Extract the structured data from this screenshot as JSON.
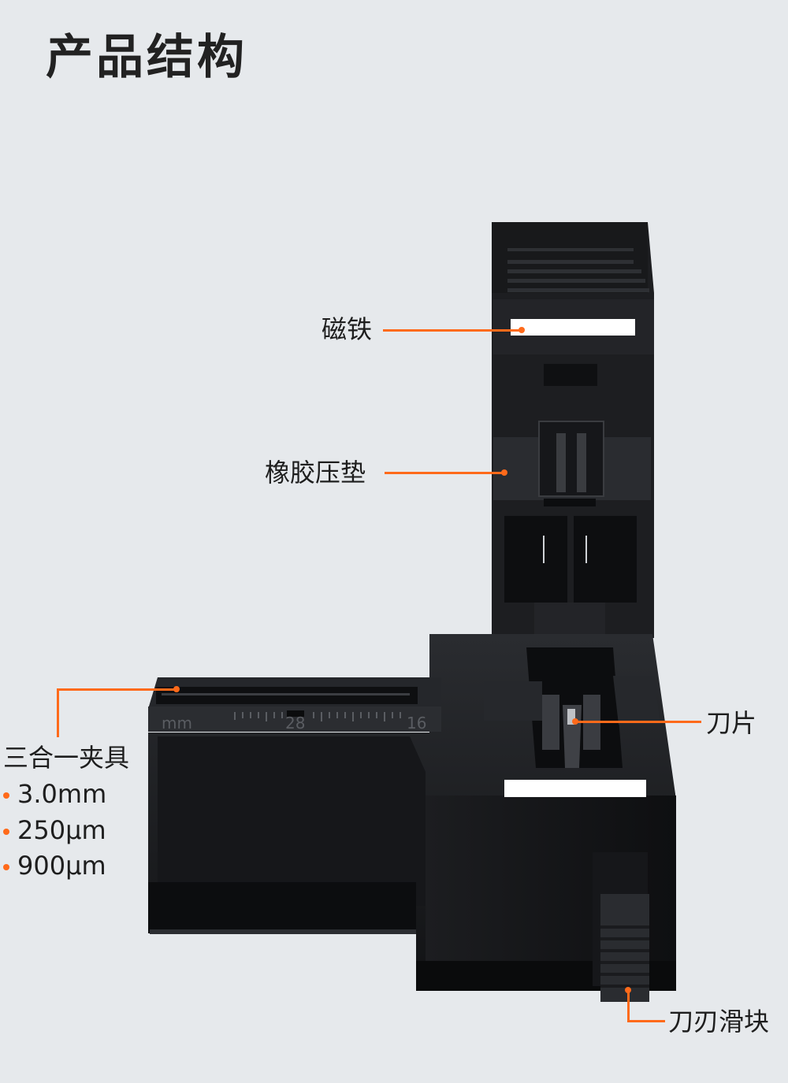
{
  "title": "产品结构",
  "labels": {
    "magnet": "磁铁",
    "rubber_pad": "橡胶压垫",
    "clamp": "三合一夹具",
    "blade": "刀片",
    "slider": "刀刃滑块"
  },
  "clamp_specs": [
    "3.0mm",
    "250μm",
    "900μm"
  ],
  "ruler": {
    "unit": "mm",
    "mark_a": "28",
    "mark_b": "16"
  },
  "colors": {
    "accent": "#ff6a1a",
    "background": "#e6e9ec",
    "device": "#1a1b1e"
  }
}
